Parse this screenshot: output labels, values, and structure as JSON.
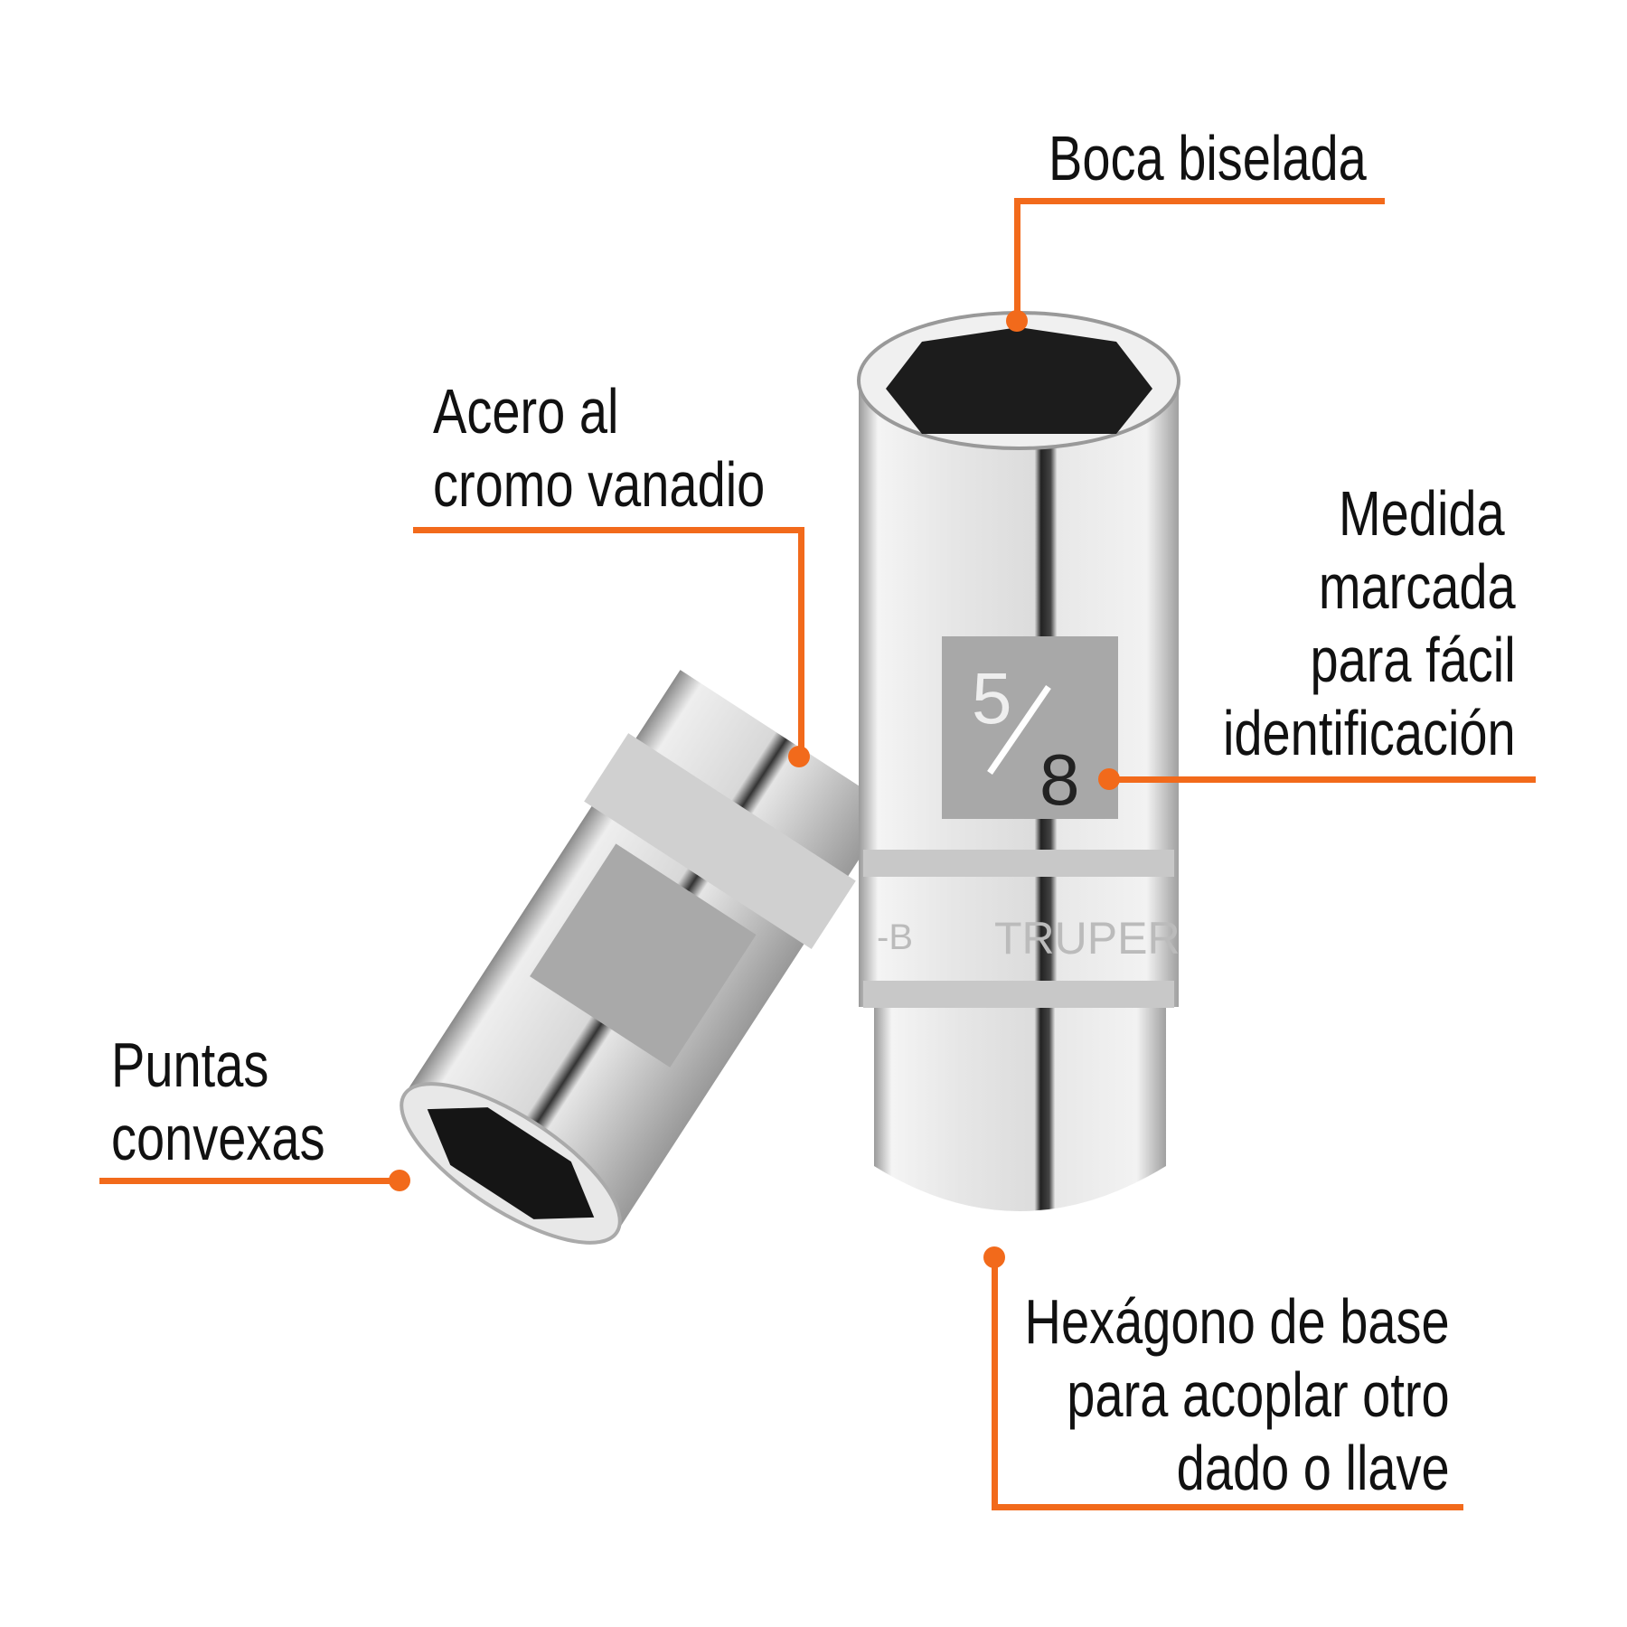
{
  "accent_color": "#f26a1b",
  "callouts": {
    "boca": {
      "lines": [
        "Boca biselada"
      ]
    },
    "acero": {
      "lines": [
        "Acero al",
        "cromo vanadio"
      ]
    },
    "medida": {
      "lines": [
        "Medida",
        "marcada",
        "para fácil",
        "identificación"
      ]
    },
    "puntas": {
      "lines": [
        "Puntas",
        "convexas"
      ]
    },
    "hexagono": {
      "lines": [
        "Hexágono de base",
        "para acoplar otro",
        "dado o llave"
      ]
    }
  },
  "product": {
    "size_numerator": "5",
    "size_denominator": "8",
    "brand_engraving": "TRUPER",
    "model_engraving": "-B"
  }
}
